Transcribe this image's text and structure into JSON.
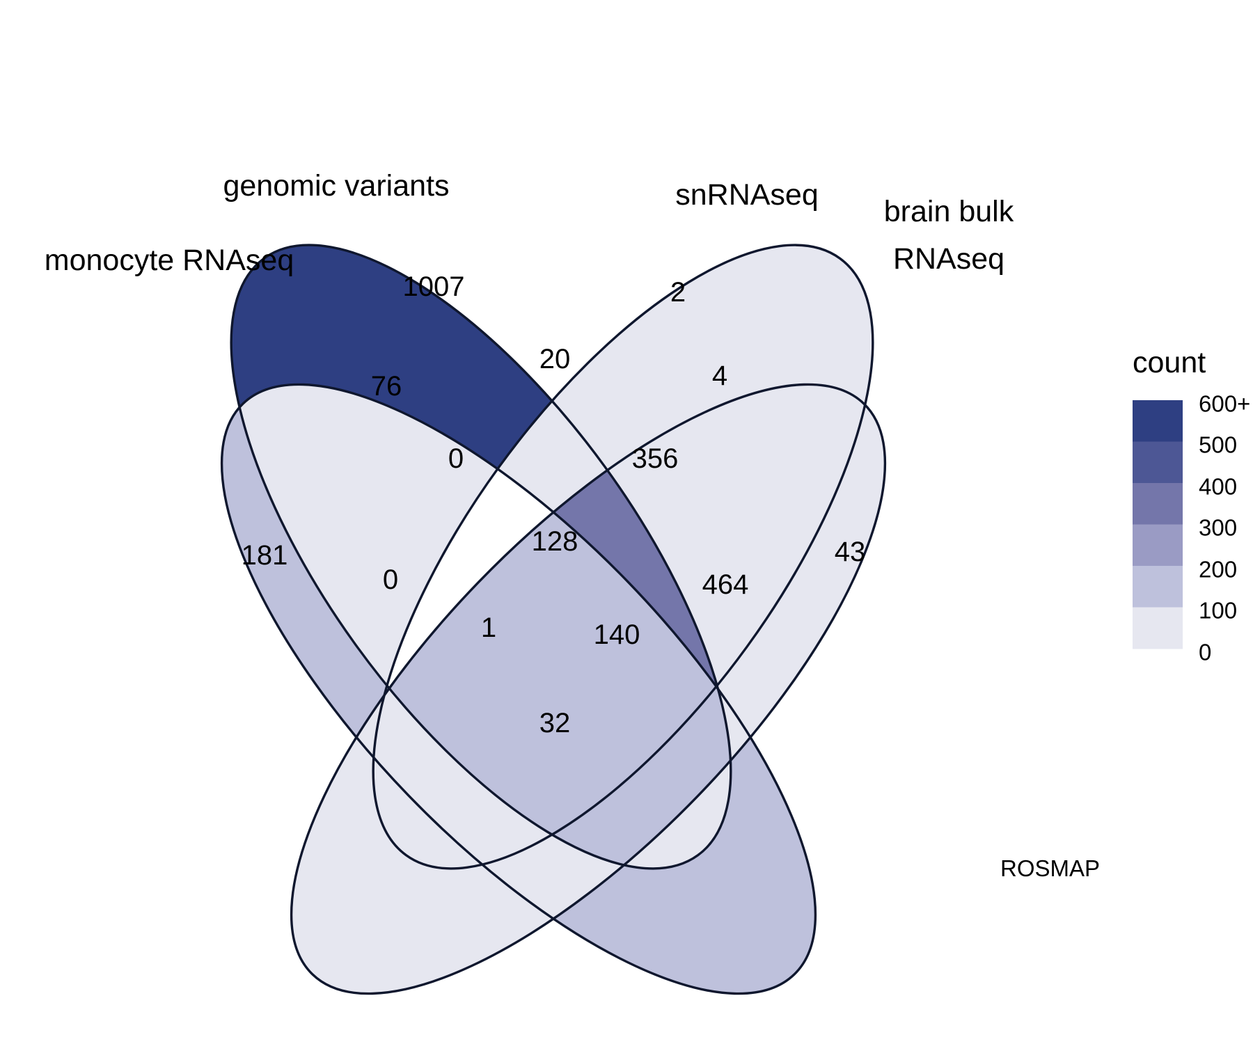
{
  "chart_data": {
    "type": "venn",
    "sets": [
      "monocyte RNAseq",
      "genomic variants",
      "snRNAseq",
      "brain bulk RNAseq"
    ],
    "set_labels": [
      [
        "monocyte RNAseq"
      ],
      [
        "genomic variants"
      ],
      [
        "snRNAseq"
      ],
      [
        "brain bulk",
        "RNAseq"
      ]
    ],
    "regions": [
      {
        "sets": [
          "monocyte RNAseq"
        ],
        "count": 181
      },
      {
        "sets": [
          "genomic variants"
        ],
        "count": 1007
      },
      {
        "sets": [
          "snRNAseq"
        ],
        "count": 2
      },
      {
        "sets": [
          "brain bulk RNAseq"
        ],
        "count": 43
      },
      {
        "sets": [
          "monocyte RNAseq",
          "genomic variants"
        ],
        "count": 76
      },
      {
        "sets": [
          "genomic variants",
          "snRNAseq"
        ],
        "count": 20
      },
      {
        "sets": [
          "snRNAseq",
          "brain bulk RNAseq"
        ],
        "count": 4
      },
      {
        "sets": [
          "monocyte RNAseq",
          "snRNAseq"
        ],
        "count": 0
      },
      {
        "sets": [
          "genomic variants",
          "brain bulk RNAseq"
        ],
        "count": 464
      },
      {
        "sets": [
          "monocyte RNAseq",
          "brain bulk RNAseq"
        ],
        "count": 32
      },
      {
        "sets": [
          "monocyte RNAseq",
          "genomic variants",
          "snRNAseq"
        ],
        "count": 0
      },
      {
        "sets": [
          "genomic variants",
          "snRNAseq",
          "brain bulk RNAseq"
        ],
        "count": 356
      },
      {
        "sets": [
          "monocyte RNAseq",
          "snRNAseq",
          "brain bulk RNAseq"
        ],
        "count": 1
      },
      {
        "sets": [
          "monocyte RNAseq",
          "genomic variants",
          "brain bulk RNAseq"
        ],
        "count": 140
      },
      {
        "sets": [
          "monocyte RNAseq",
          "genomic variants",
          "snRNAseq",
          "brain bulk RNAseq"
        ],
        "count": 128
      }
    ],
    "legend": {
      "title": "count",
      "ticks": [
        "600+",
        "500",
        "400",
        "300",
        "200",
        "100",
        "0"
      ],
      "colors": [
        "#2e3f82",
        "#4d5795",
        "#7476aa",
        "#9a9bc4",
        "#bec1dc",
        "#e6e7f0"
      ],
      "zero_color": "#ffffff"
    },
    "caption": "ROSMAP"
  }
}
